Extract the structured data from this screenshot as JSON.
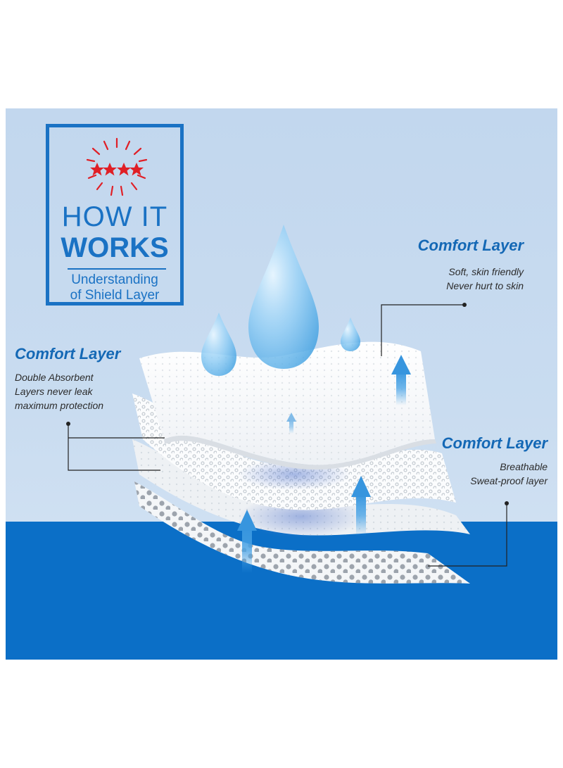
{
  "badge": {
    "line1": "HOW IT",
    "line2": "WORKS",
    "subtitle_line1": "Understanding",
    "subtitle_line2": "of Shield Layer"
  },
  "labels": [
    {
      "title": "Comfort Layer",
      "lines": [
        "Soft, skin friendly",
        "Never hurt to skin"
      ]
    },
    {
      "title": "Comfort Layer",
      "lines": [
        "Double Absorbent",
        "Layers never leak",
        "maximum protection"
      ]
    },
    {
      "title": "Comfort Layer",
      "lines": [
        "Breathable",
        "Sweat-proof layer"
      ]
    }
  ],
  "icons": {
    "stars": "stars-burst-icon",
    "drop": "water-drop-icon",
    "arrow": "up-arrow-icon"
  },
  "colors": {
    "brand_blue": "#1a72c4",
    "title_blue": "#1468b5",
    "floor_blue": "#0b6fc7",
    "star_red": "#e01f26",
    "panel_light": "#c9dcf0"
  }
}
